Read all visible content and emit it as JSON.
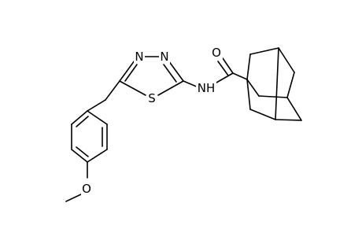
{
  "molecule": {
    "atoms": {
      "N1": "N",
      "N2": "N",
      "S": "S",
      "NH": "NH",
      "O_carbonyl": "O",
      "O_methoxy": "O"
    },
    "colors": {
      "bond": "#000000",
      "label": "#000000",
      "background": "#ffffff"
    }
  }
}
